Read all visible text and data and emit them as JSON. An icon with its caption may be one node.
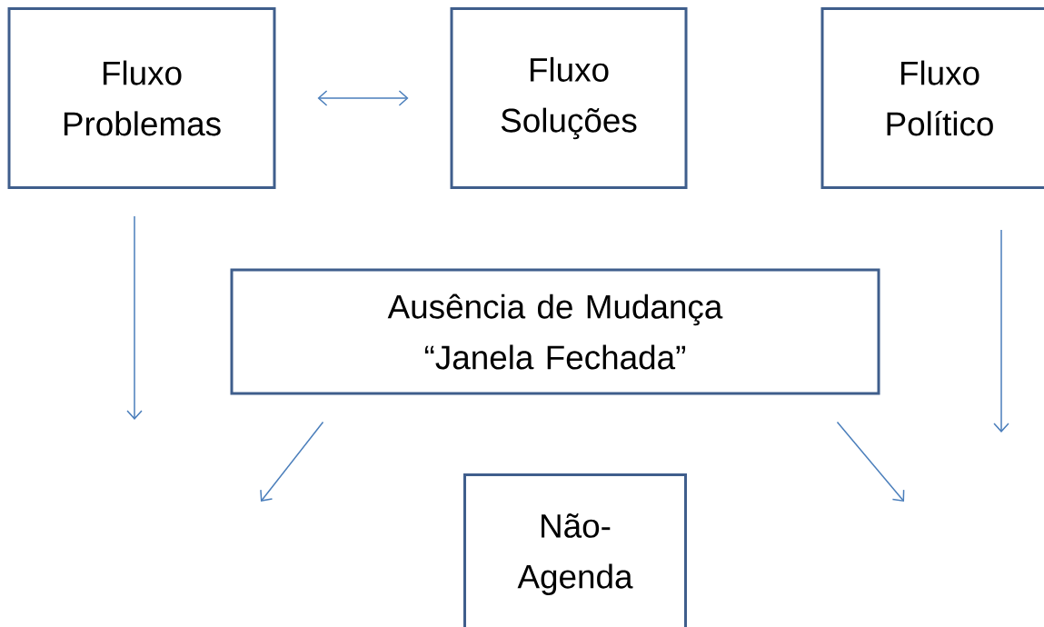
{
  "diagram": {
    "nodes": [
      {
        "text": [
          "Fluxo Problemas"
        ]
      },
      {
        "text": [
          "Fluxo Soluções"
        ]
      },
      {
        "text": [
          "Fluxo Político"
        ]
      },
      {
        "text": [
          "Ausência de Mudança “Janela Fechada”"
        ]
      },
      {
        "text": [
          "Não-Agenda"
        ]
      }
    ],
    "edges": [
      {
        "from": 0,
        "to": 1,
        "arrow": "both"
      },
      {
        "from": 0,
        "to": null,
        "arrow": "to"
      },
      {
        "from": 2,
        "to": null,
        "arrow": "to"
      },
      {
        "from": 3,
        "to": null,
        "arrow": "to"
      },
      {
        "from": 3,
        "to": null,
        "arrow": "to"
      }
    ]
  }
}
